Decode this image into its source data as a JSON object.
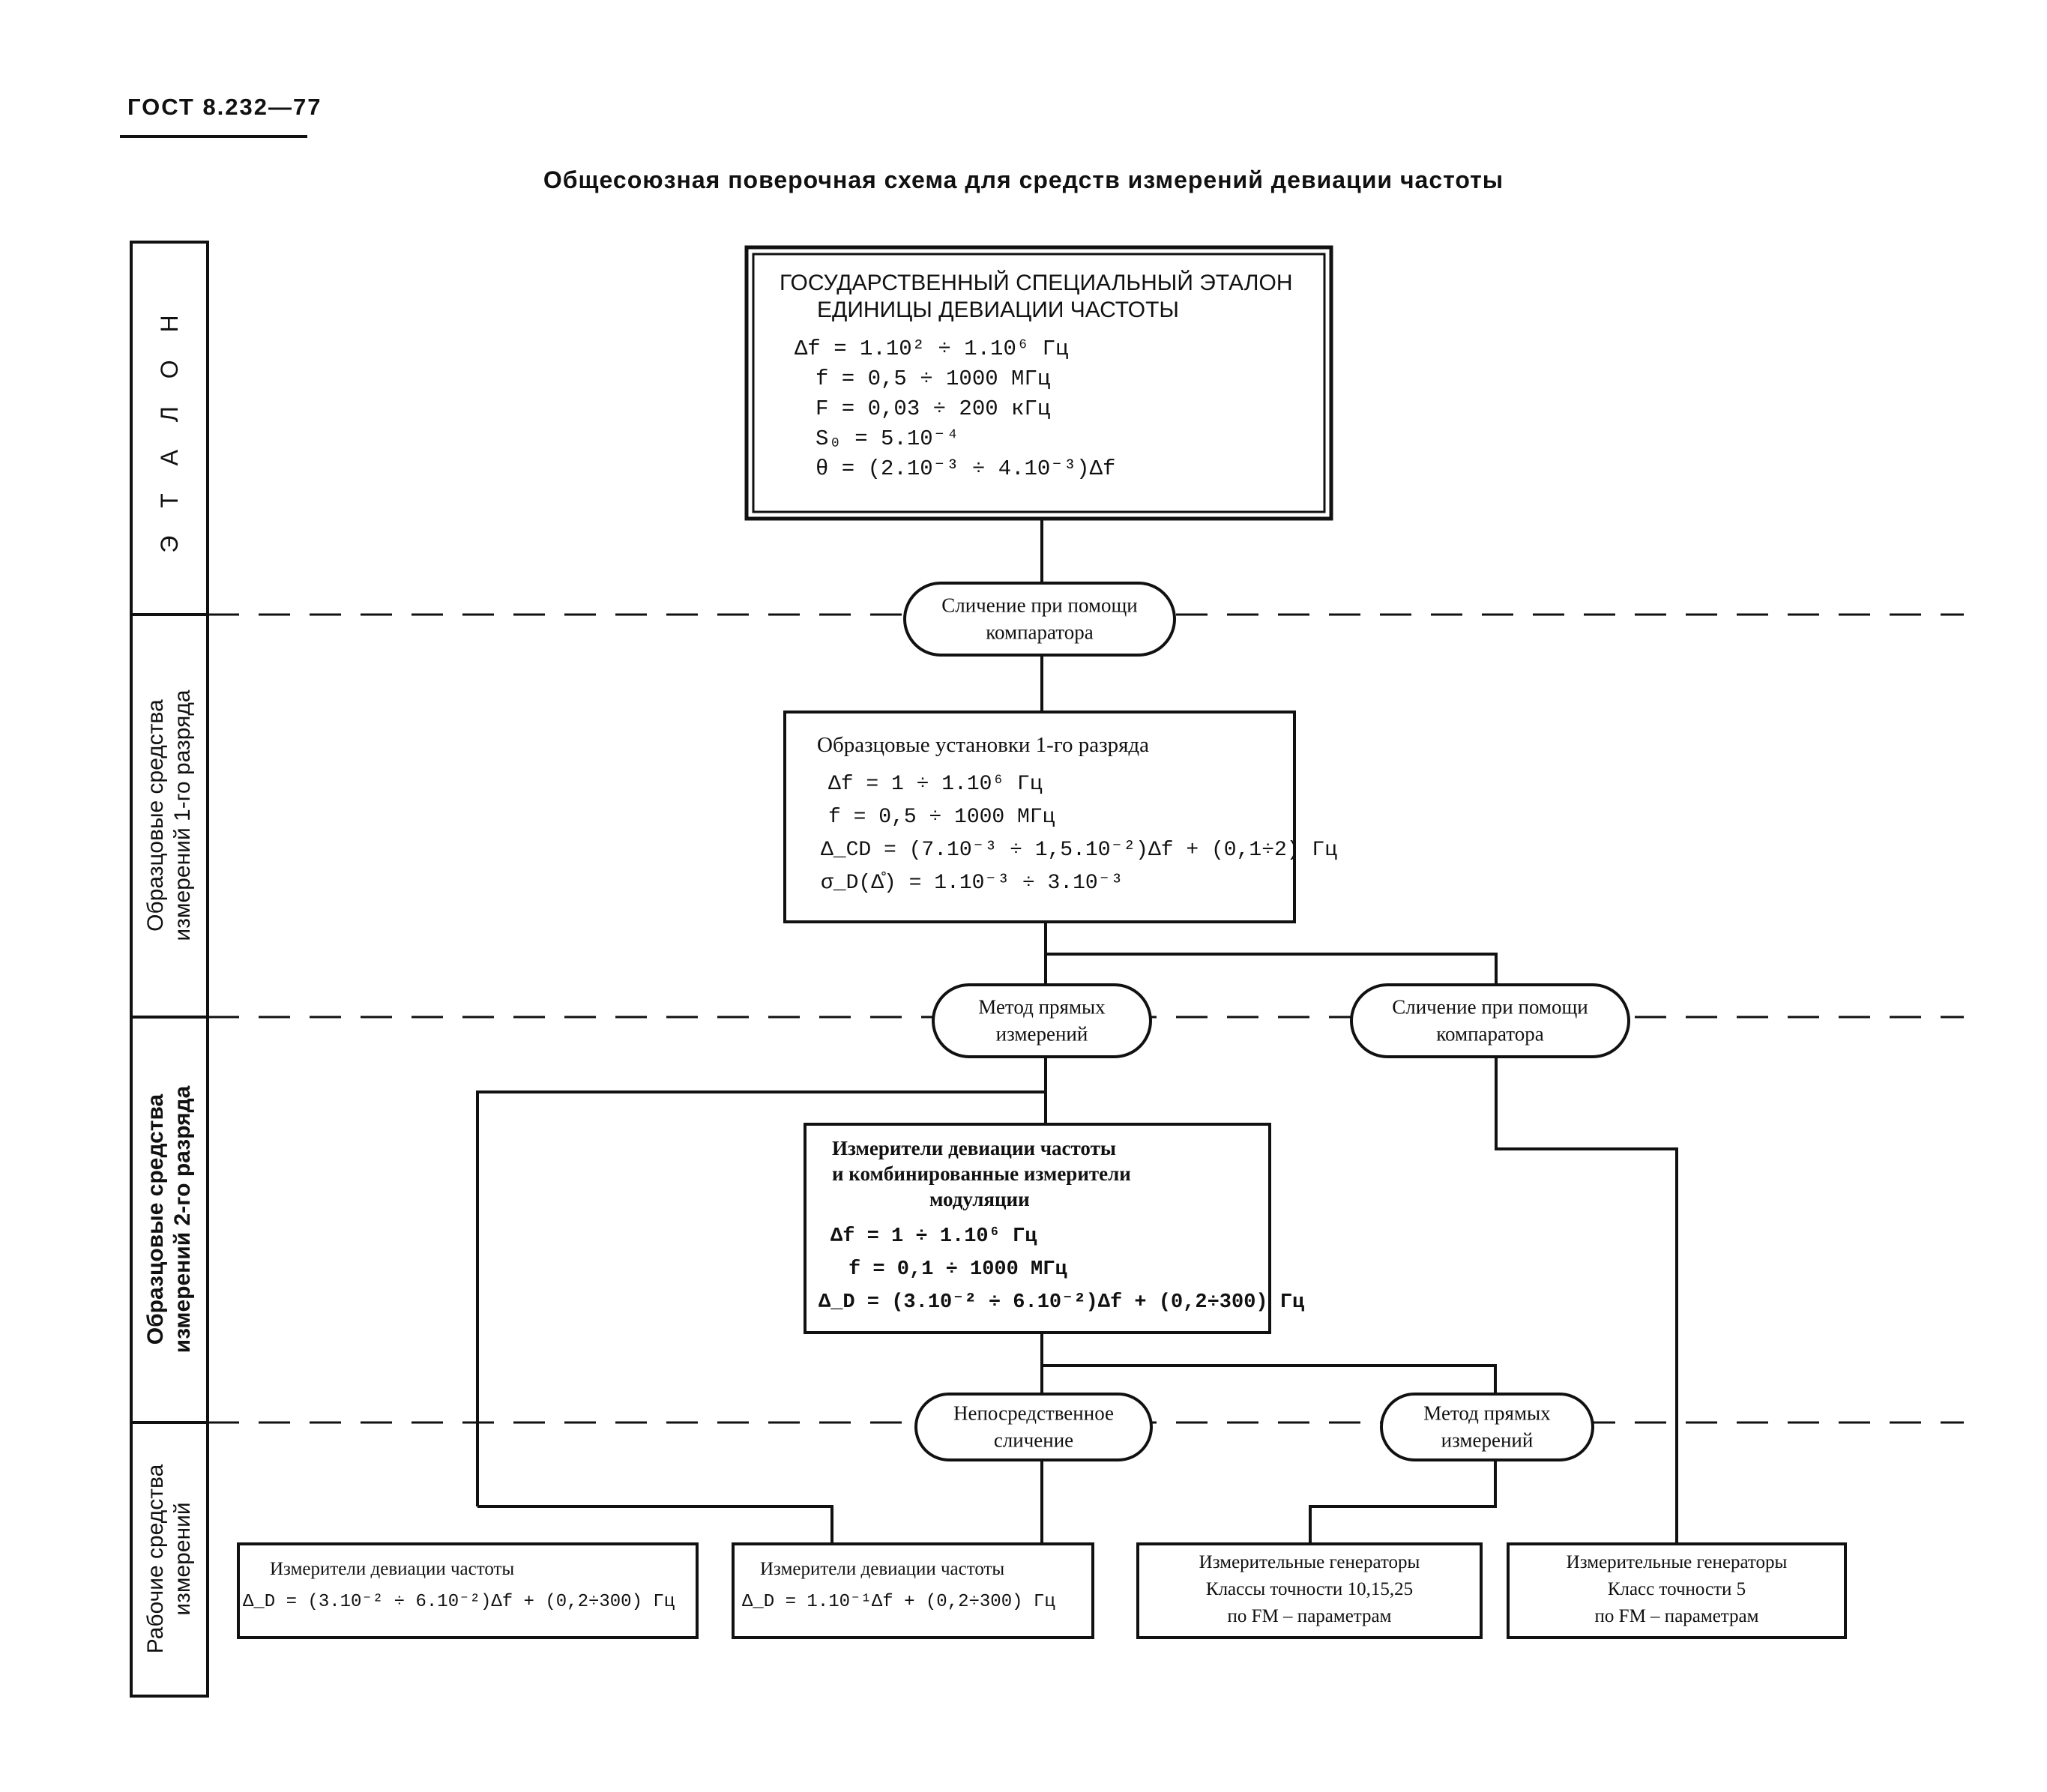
{
  "header": {
    "doc_code": "ГОСТ 8.232—77",
    "title": "Общесоюзная поверочная схема для средств измерений девиации частоты"
  },
  "levels": [
    {
      "label": "Э Т А Л О Н"
    },
    {
      "label_line1": "Образцовые средства",
      "label_line2": "измерений 1-го разряда"
    },
    {
      "label_line1": "Образцовые средства",
      "label_line2": "измерений 2-го разряда"
    },
    {
      "label_line1": "Рабочие средства",
      "label_line2": "измерений"
    }
  ],
  "etalon": {
    "title_line1": "ГОСУДАРСТВЕННЫЙ СПЕЦИАЛЬНЫЙ ЭТАЛОН",
    "title_line2": "ЕДИНИЦЫ ДЕВИАЦИИ ЧАСТОТЫ",
    "params": [
      "Δf = 1.10² ÷ 1.10⁶ Гц",
      "f = 0,5 ÷ 1000 МГц",
      "F = 0,03 ÷ 200 кГц",
      "S₀ = 5.10⁻⁴",
      "θ = (2.10⁻³ ÷ 4.10⁻³)Δf"
    ]
  },
  "methods": {
    "comparator_1": "Сличение при помощи компаратора",
    "direct_1": "Метод прямых измерений",
    "comparator_2": "Сличение при помощи компаратора",
    "immediate": "Непосредственное сличение",
    "direct_2": "Метод прямых измерений"
  },
  "ref_setups": {
    "title": "Образцовые установки 1-го разряда",
    "params": [
      "Δf = 1 ÷ 1.10⁶ Гц",
      "f = 0,5 ÷ 1000 МГц",
      "Δ_CD = (7.10⁻³ ÷ 1,5.10⁻²)Δf + (0,1÷2) Гц",
      "σ_D(Δ̊) = 1.10⁻³ ÷ 3.10⁻³"
    ]
  },
  "meters_2": {
    "title_line1": "Измерители девиации частоты",
    "title_line2": "и комбинированные измерители",
    "title_line3": "модуляции",
    "params": [
      "Δf = 1 ÷ 1.10⁶ Гц",
      "f = 0,1 ÷ 1000 МГц",
      "Δ_D = (3.10⁻² ÷ 6.10⁻²)Δf + (0,2÷300) Гц"
    ]
  },
  "working": [
    {
      "line1": "Измерители девиации частоты",
      "line2": "Δ_D = (3.10⁻² ÷ 6.10⁻²)Δf + (0,2÷300) Гц"
    },
    {
      "line1": "Измерители девиации частоты",
      "line2": "Δ_D = 1.10⁻¹Δf + (0,2÷300) Гц"
    },
    {
      "line1": "Измерительные генераторы",
      "line2": "Классы точности 10,15,25",
      "line3": "по FM – параметрам"
    },
    {
      "line1": "Измерительные генераторы",
      "line2": "Класс точности 5",
      "line3": "по FM – параметрам"
    }
  ]
}
